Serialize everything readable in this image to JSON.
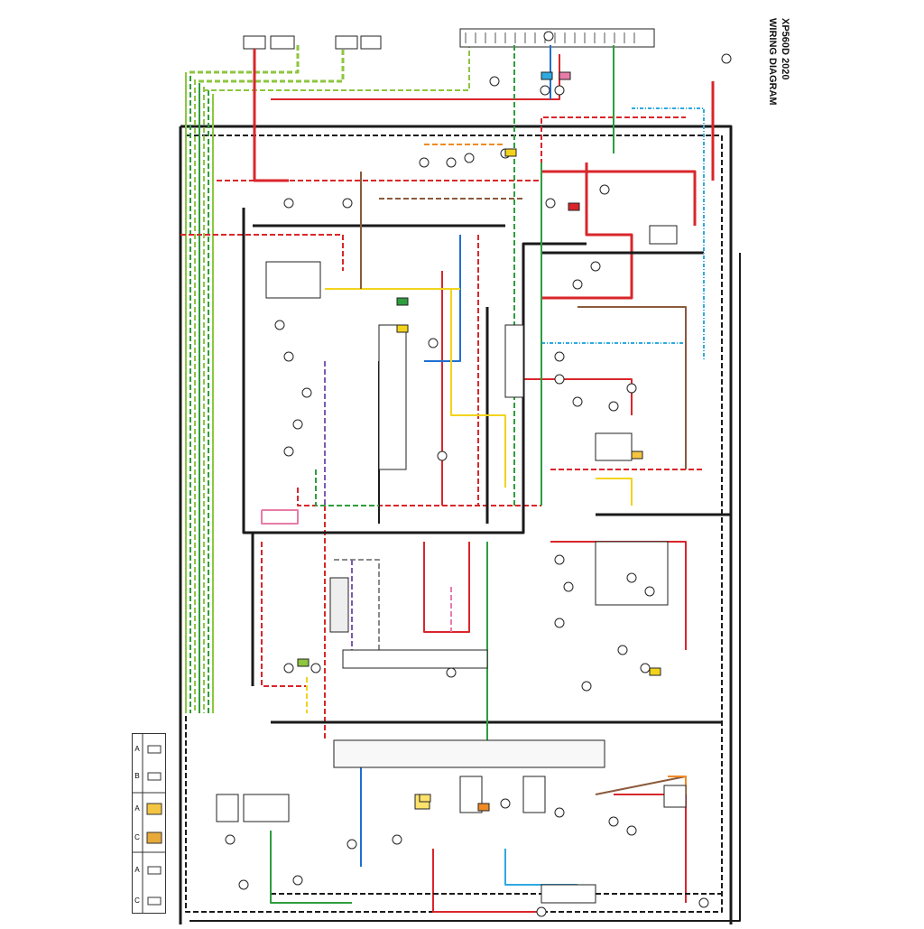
{
  "title": {
    "model": "XP560D 2020",
    "subtitle": "WIRING DIAGRAM"
  },
  "legend": {
    "labels": [
      "A",
      "B",
      "A",
      "C",
      "A",
      "C"
    ]
  },
  "colors": {
    "wire_red": "#d9262b",
    "wire_black": "#1a1a1a",
    "wire_green": "#2e9e3e",
    "wire_lightgreen": "#8dc63f",
    "wire_blue": "#1f6fd1",
    "wire_skyblue": "#2fa9e0",
    "wire_brown": "#8b5a3c",
    "wire_yellow": "#f2d31b",
    "wire_orange": "#f08a24",
    "wire_gray": "#8a8a8a",
    "wire_pink": "#e87ca8",
    "wire_purple": "#7a5ab0",
    "wire_darkred": "#9e1b1b"
  }
}
